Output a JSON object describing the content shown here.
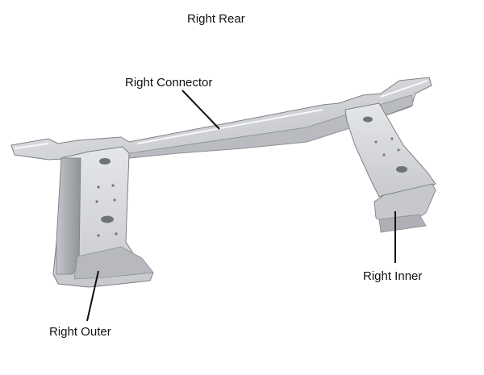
{
  "diagram": {
    "title": "Right Rear",
    "labels": {
      "connector": "Right Connector",
      "inner": "Right Inner",
      "outer": "Right Outer"
    },
    "colors": {
      "metal_light": "#e6e7ea",
      "metal_mid": "#c9cbcf",
      "metal_dark": "#9a9ca1",
      "edge": "#7d8085",
      "hole": "#6f7276",
      "leader": "#111111",
      "text": "#111111"
    }
  }
}
